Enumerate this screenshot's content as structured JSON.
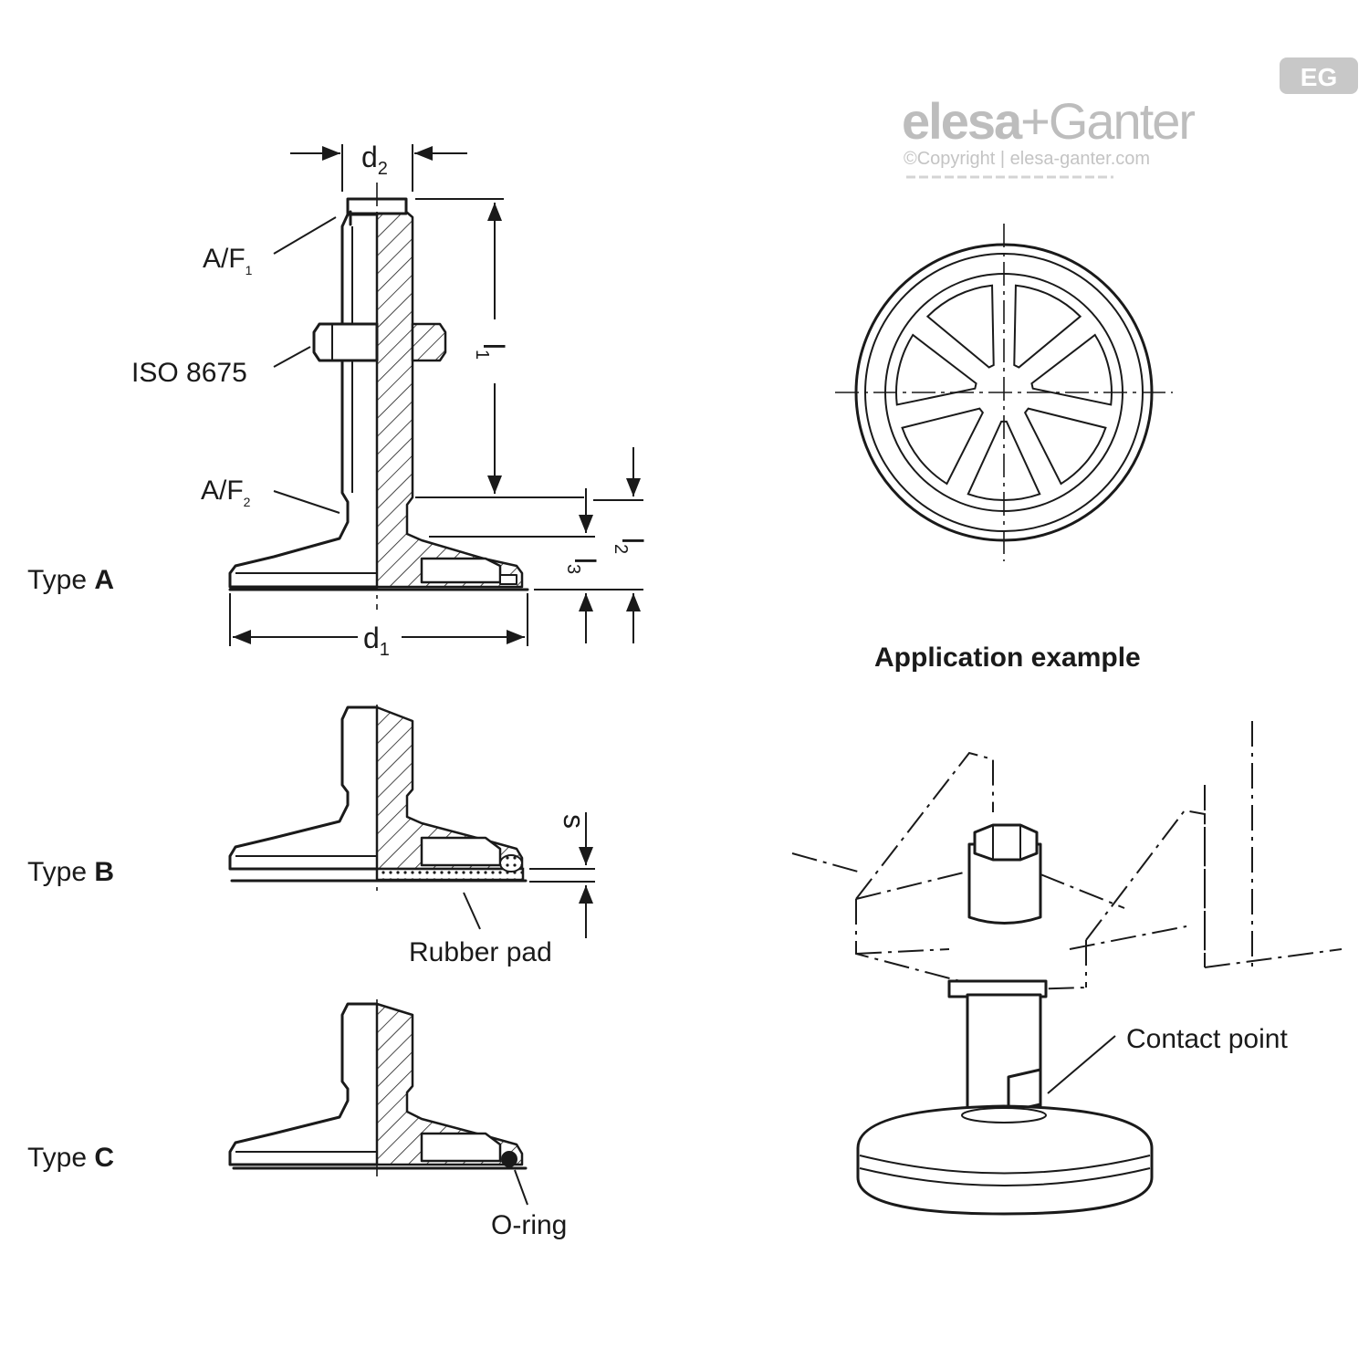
{
  "logo": {
    "brand_left": "elesa",
    "brand_plus": "+",
    "brand_right": "Ganter",
    "badge": "EG",
    "copyright": "©Copyright | elesa-ganter.com"
  },
  "labels": {
    "d2": "d",
    "d2_sub": "2",
    "af1": "A/F",
    "af1_sub": "1",
    "iso": "ISO 8675",
    "af2": "A/F",
    "af2_sub": "2",
    "l1": "l",
    "l1_sub": "1",
    "l2": "l",
    "l2_sub": "2",
    "l3": "l",
    "l3_sub": "3",
    "d1": "d",
    "d1_sub": "1",
    "s": "s",
    "rubber_pad": "Rubber pad",
    "o_ring": "O-ring",
    "contact_point": "Contact point",
    "application_example": "Application example"
  },
  "types": [
    {
      "prefix": "Type ",
      "letter": "A"
    },
    {
      "prefix": "Type ",
      "letter": "B"
    },
    {
      "prefix": "Type ",
      "letter": "C"
    }
  ]
}
